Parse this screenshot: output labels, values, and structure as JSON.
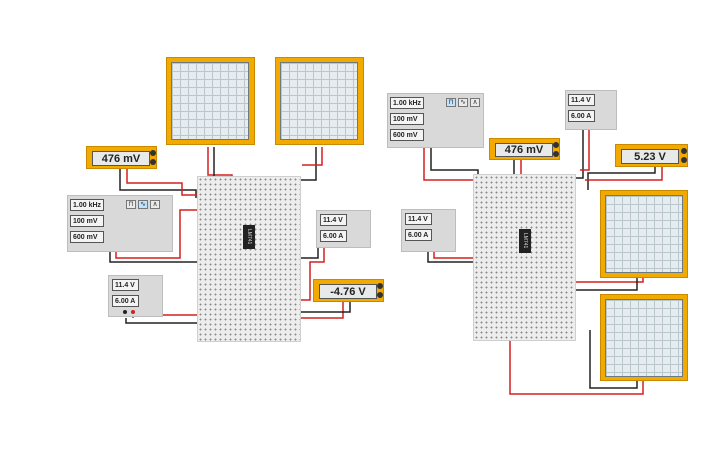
{
  "left_circuit": {
    "voltmeter_top": {
      "reading": "476 mV"
    },
    "function_generator": {
      "frequency": "1.00 kHz",
      "amplitude": "100 mV",
      "offset": "600 mV",
      "waveforms": [
        "square",
        "sine",
        "triangle"
      ],
      "active_waveform": "sine"
    },
    "psu_bottom_left": {
      "voltage": "11.4 V",
      "current": "6.00 A"
    },
    "psu_right": {
      "voltage": "11.4 V",
      "current": "6.00 A"
    },
    "voltmeter_bottom": {
      "reading": "-4.76 V"
    },
    "ic_label": "LM741"
  },
  "right_circuit": {
    "function_generator": {
      "frequency": "1.00 kHz",
      "amplitude": "100 mV",
      "offset": "600 mV",
      "waveforms": [
        "square",
        "sine",
        "triangle"
      ],
      "active_waveform": "square"
    },
    "voltmeter_top": {
      "reading": "476 mV"
    },
    "psu_top": {
      "voltage": "11.4 V",
      "current": "6.00 A"
    },
    "psu_left": {
      "voltage": "11.4 V",
      "current": "6.00 A"
    },
    "voltmeter_right": {
      "reading": "5.23 V"
    },
    "ic_label": "LM741"
  },
  "colors": {
    "wire_red": "#d32020",
    "wire_black": "#222222",
    "wire_purple": "#6a3da8",
    "meter_orange": "#f2a900"
  }
}
